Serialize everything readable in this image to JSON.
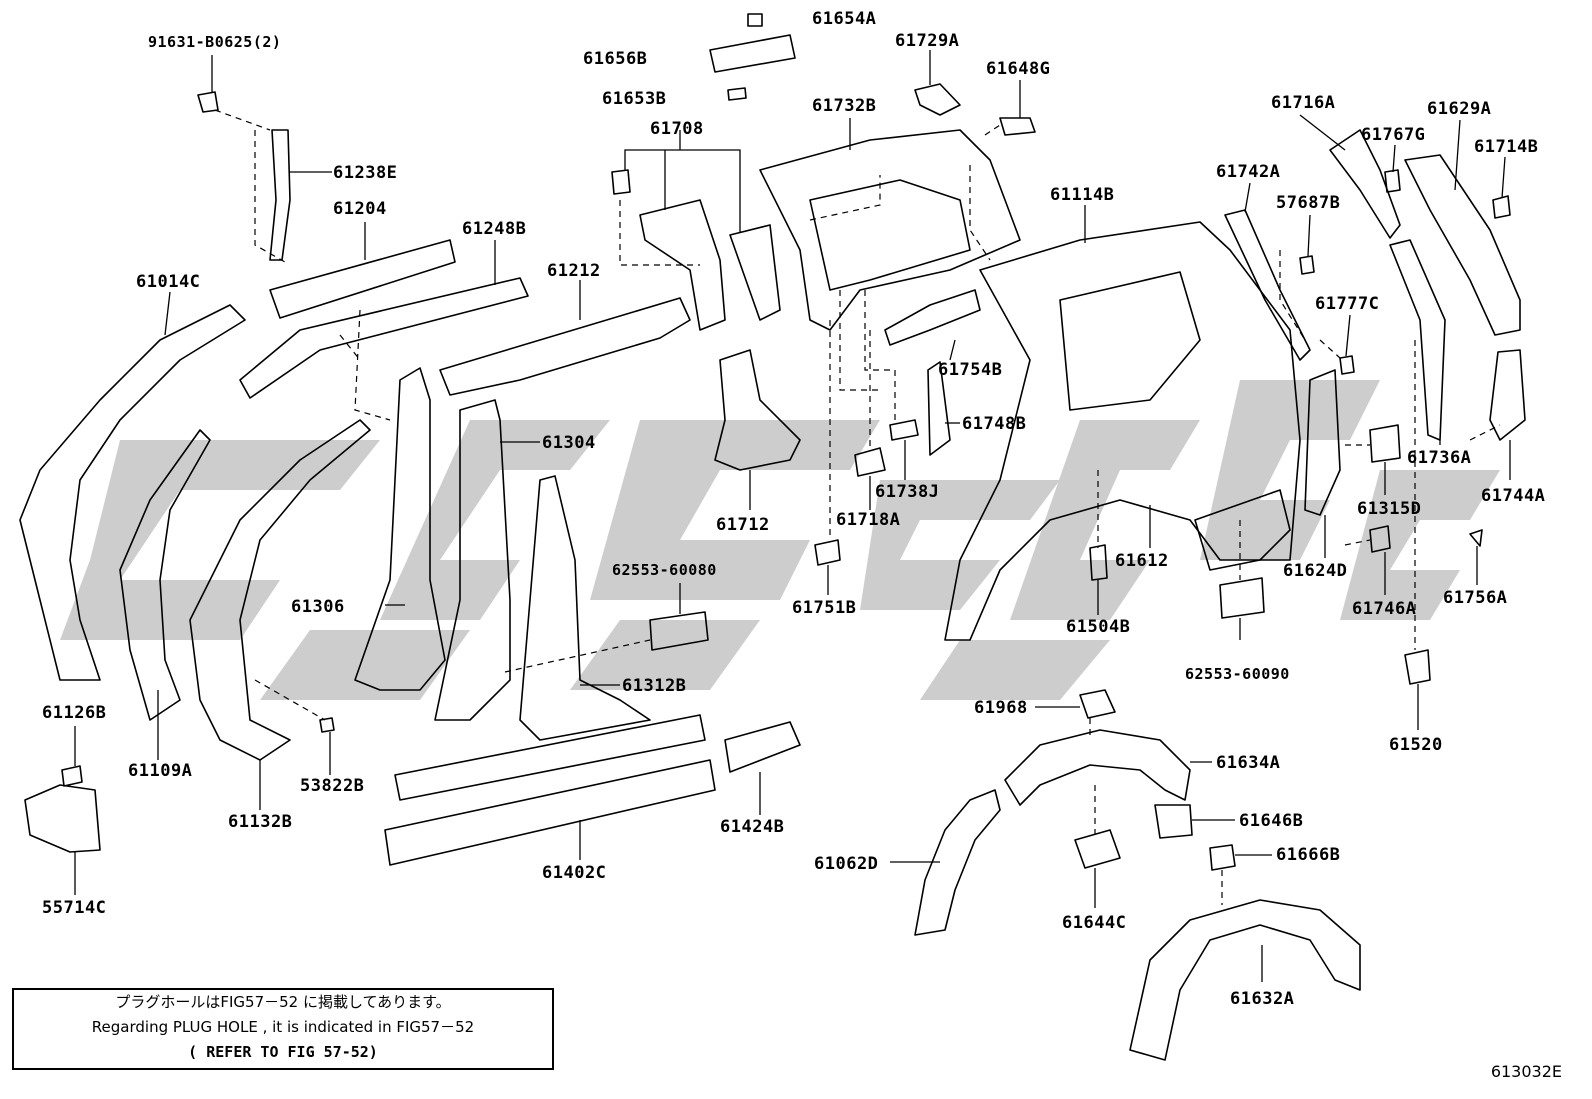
{
  "diagram": {
    "figure_code": "613032E",
    "watermark_color": "#c8c8c8",
    "line_color": "#000000",
    "part_labels": [
      "91631-B0625(2)",
      "61238E",
      "61204",
      "61248B",
      "61014C",
      "61212",
      "61656B",
      "61654A",
      "61653B",
      "61708",
      "61729A",
      "61648G",
      "61732B",
      "61716A",
      "61629A",
      "61767G",
      "61714B",
      "61742A",
      "57687B",
      "61114B",
      "61777C",
      "61754B",
      "61748B",
      "61738J",
      "61718A",
      "61712",
      "61304",
      "61306",
      "61109A",
      "61132B",
      "53822B",
      "61126B",
      "55714C",
      "62553-60080",
      "61312B",
      "61402C",
      "61424B",
      "61751B",
      "61612",
      "61504B",
      "61315D",
      "61624D",
      "61736A",
      "61744A",
      "61746A",
      "61756A",
      "62553-60090",
      "61520",
      "61968",
      "61634A",
      "61646B",
      "61666B",
      "61062D",
      "61644C",
      "61632A"
    ]
  },
  "note": {
    "line1": "プラグホールはFIG57－52 に掲載してあります。",
    "line2": "Regarding PLUG HOLE , it is indicated in FIG57－52",
    "line3": "(    REFER TO FIG 57-52)"
  }
}
